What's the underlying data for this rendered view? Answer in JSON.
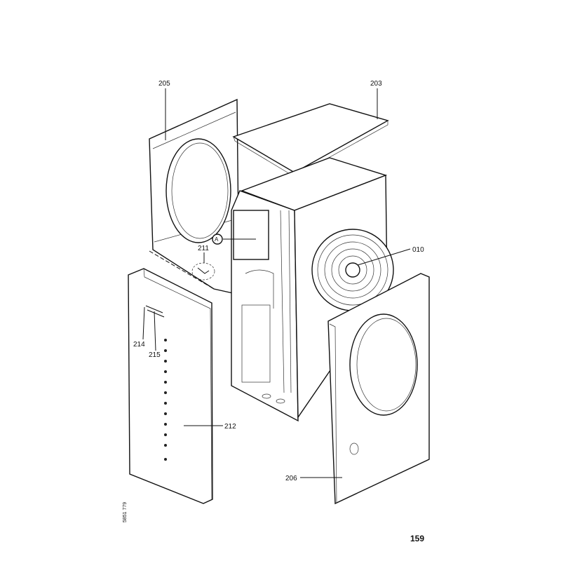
{
  "labels": {
    "top_panel": "203",
    "back_panel": "205",
    "fan": "010",
    "bracket": "211",
    "control_box_ref": "A",
    "front_panel": "212",
    "fastener_a": "214",
    "fastener_b": "215",
    "side_panel": "206"
  },
  "page_number": "159",
  "drawing_number": "5851 779"
}
